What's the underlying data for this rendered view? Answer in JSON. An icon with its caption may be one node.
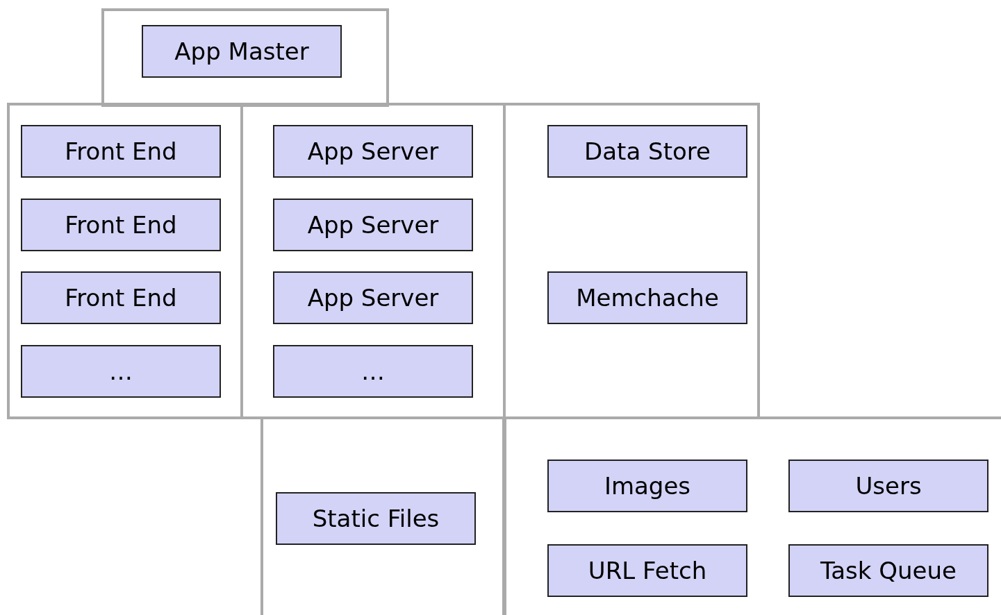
{
  "diagram": {
    "nodes": [
      {
        "text": [],
        "shape": "box"
      },
      {
        "text": [
          "App Master"
        ],
        "in": 0
      },
      {
        "text": [],
        "shape": "box"
      },
      {
        "text": [
          "Front End"
        ],
        "in": 2
      },
      {
        "text": [
          "Front End"
        ],
        "in": 2
      },
      {
        "text": [
          "Front End"
        ],
        "in": 2
      },
      {
        "text": [
          "…"
        ],
        "in": 2
      },
      {
        "text": [],
        "shape": "box"
      },
      {
        "text": [
          "App Server"
        ],
        "in": 7
      },
      {
        "text": [
          "App Server"
        ],
        "in": 7
      },
      {
        "text": [
          "App Server"
        ],
        "in": 7
      },
      {
        "text": [
          "…"
        ],
        "in": 7
      },
      {
        "text": [],
        "shape": "box"
      },
      {
        "text": [
          "Data Store"
        ],
        "in": 12
      },
      {
        "text": [
          "Memchache"
        ],
        "in": 12
      },
      {
        "text": [],
        "shape": "box"
      },
      {
        "text": [
          "Static Files"
        ],
        "in": 15
      },
      {
        "text": [],
        "shape": "box"
      },
      {
        "text": [
          "Images"
        ],
        "in": 17
      },
      {
        "text": [
          "Users"
        ],
        "in": 17
      },
      {
        "text": [
          "URL Fetch"
        ],
        "in": 17
      },
      {
        "text": [
          "Task Queue"
        ],
        "in": 17
      }
    ],
    "edges": []
  }
}
